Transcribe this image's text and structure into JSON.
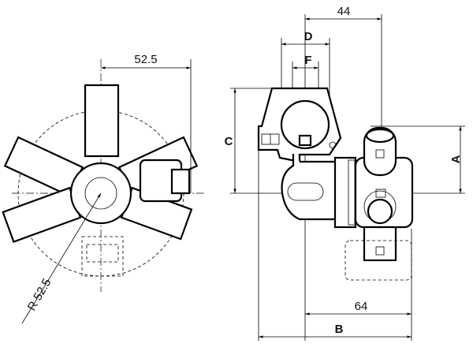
{
  "left_view": {
    "width_dim": "52.5",
    "radius_dim": "R 52.5"
  },
  "side_view": {
    "top_dim": "44",
    "d_label": "D",
    "f_label": "F",
    "c_label": "C",
    "a_label": "A",
    "bottom_inner_dim": "64",
    "b_label": "B"
  }
}
